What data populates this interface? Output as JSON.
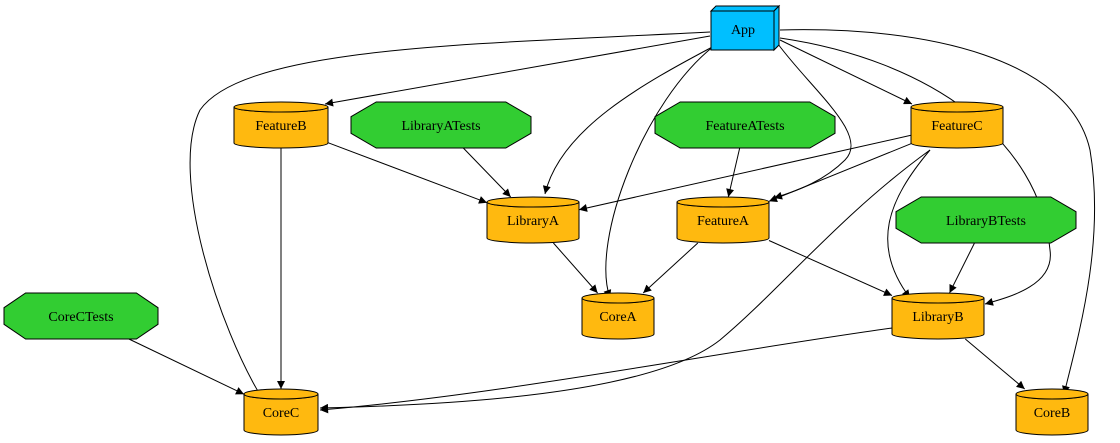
{
  "diagram": {
    "type": "dependency-graph",
    "colors": {
      "app": "#00bfff",
      "module": "#ffb90f",
      "tests": "#32cd32",
      "stroke": "#000000"
    },
    "nodes": [
      {
        "id": "app",
        "label": "App",
        "shape": "box3d"
      },
      {
        "id": "featureb",
        "label": "FeatureB",
        "shape": "cylinder"
      },
      {
        "id": "libraryatests",
        "label": "LibraryATests",
        "shape": "octagon"
      },
      {
        "id": "featureatests",
        "label": "FeatureATests",
        "shape": "octagon"
      },
      {
        "id": "featurec",
        "label": "FeatureC",
        "shape": "cylinder"
      },
      {
        "id": "librarya",
        "label": "LibraryA",
        "shape": "cylinder"
      },
      {
        "id": "featurea",
        "label": "FeatureA",
        "shape": "cylinder"
      },
      {
        "id": "librarybtests",
        "label": "LibraryBTests",
        "shape": "octagon"
      },
      {
        "id": "corectests",
        "label": "CoreCTests",
        "shape": "octagon"
      },
      {
        "id": "corea",
        "label": "CoreA",
        "shape": "cylinder"
      },
      {
        "id": "libraryb",
        "label": "LibraryB",
        "shape": "cylinder"
      },
      {
        "id": "corec",
        "label": "CoreC",
        "shape": "cylinder"
      },
      {
        "id": "coreb",
        "label": "CoreB",
        "shape": "cylinder"
      }
    ],
    "edges": [
      {
        "from": "app",
        "to": "featureb"
      },
      {
        "from": "app",
        "to": "featurec"
      },
      {
        "from": "app",
        "to": "librarya"
      },
      {
        "from": "app",
        "to": "featurea"
      },
      {
        "from": "app",
        "to": "corea"
      },
      {
        "from": "app",
        "to": "corec"
      },
      {
        "from": "app",
        "to": "libraryb"
      },
      {
        "from": "app",
        "to": "coreb"
      },
      {
        "from": "featureb",
        "to": "librarya"
      },
      {
        "from": "featureb",
        "to": "corec"
      },
      {
        "from": "libraryatests",
        "to": "librarya"
      },
      {
        "from": "featureatests",
        "to": "featurea"
      },
      {
        "from": "featurec",
        "to": "librarya"
      },
      {
        "from": "featurec",
        "to": "featurea"
      },
      {
        "from": "featurec",
        "to": "libraryb"
      },
      {
        "from": "featurec",
        "to": "corec"
      },
      {
        "from": "librarya",
        "to": "corea"
      },
      {
        "from": "featurea",
        "to": "corea"
      },
      {
        "from": "featurea",
        "to": "libraryb"
      },
      {
        "from": "librarybtests",
        "to": "libraryb"
      },
      {
        "from": "corectests",
        "to": "corec"
      },
      {
        "from": "libraryb",
        "to": "corec"
      },
      {
        "from": "libraryb",
        "to": "coreb"
      }
    ]
  }
}
